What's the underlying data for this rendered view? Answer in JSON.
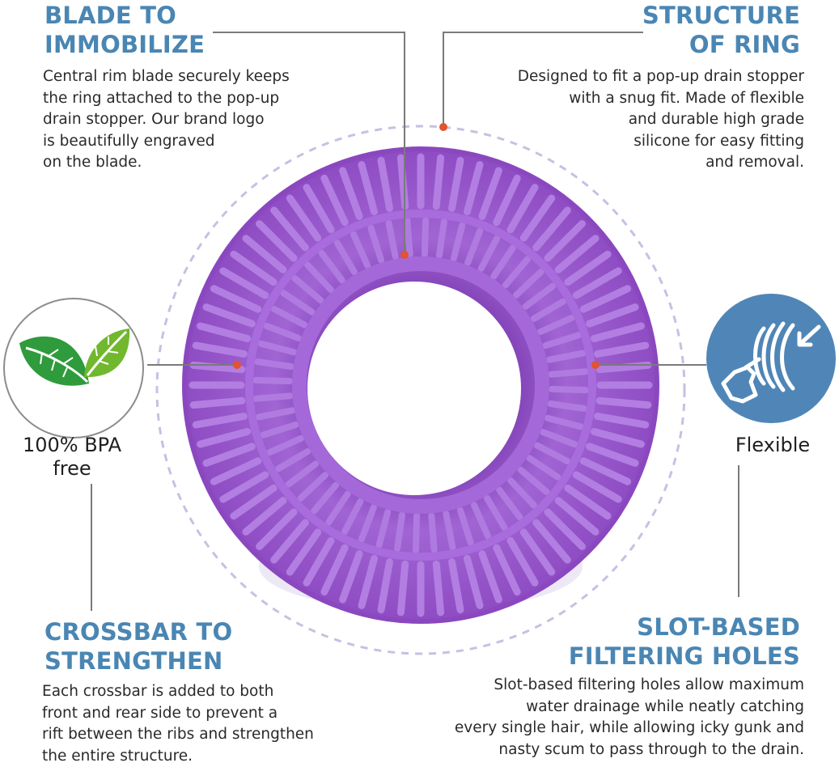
{
  "callouts": {
    "blade": {
      "title_lines": [
        "BLADE TO",
        "IMMOBILIZE"
      ],
      "text_lines": [
        "Central rim blade securely keeps",
        "the ring attached to the pop-up",
        "drain stopper. Our brand logo",
        "is beautifully engraved",
        "on the blade."
      ]
    },
    "structure": {
      "title_lines": [
        "STRUCTURE",
        "OF RING"
      ],
      "text_lines": [
        "Designed to fit a pop-up drain stopper",
        "with a snug fit. Made of flexible",
        "and durable high grade",
        "silicone for easy fitting",
        "and removal."
      ]
    },
    "crossbar": {
      "title_lines": [
        "CROSSBAR TO",
        "STRENGTHEN"
      ],
      "text_lines": [
        "Each crossbar is added to both",
        "front and rear side to prevent a",
        "rift between the ribs and strengthen",
        "the entire structure."
      ]
    },
    "slots": {
      "title_lines": [
        "SLOT-BASED",
        "FILTERING HOLES"
      ],
      "text_lines": [
        "Slot-based filtering holes allow maximum",
        "water drainage while neatly catching",
        "every single hair, while allowing icky gunk and",
        "nasty scum to pass through to the drain."
      ]
    }
  },
  "badges": {
    "bpa": {
      "label_lines": [
        "100% BPA",
        "free"
      ],
      "icon": "leaf-icon"
    },
    "flexible": {
      "label_lines": [
        "Flexible"
      ],
      "icon": "flexible-hand-icon"
    }
  },
  "colors": {
    "heading": "#4a86b3",
    "ring": "#9a58cc",
    "marker": "#e2532f",
    "badge_blue": "#4f86b7",
    "leaf_green": "#2f9b3c"
  }
}
